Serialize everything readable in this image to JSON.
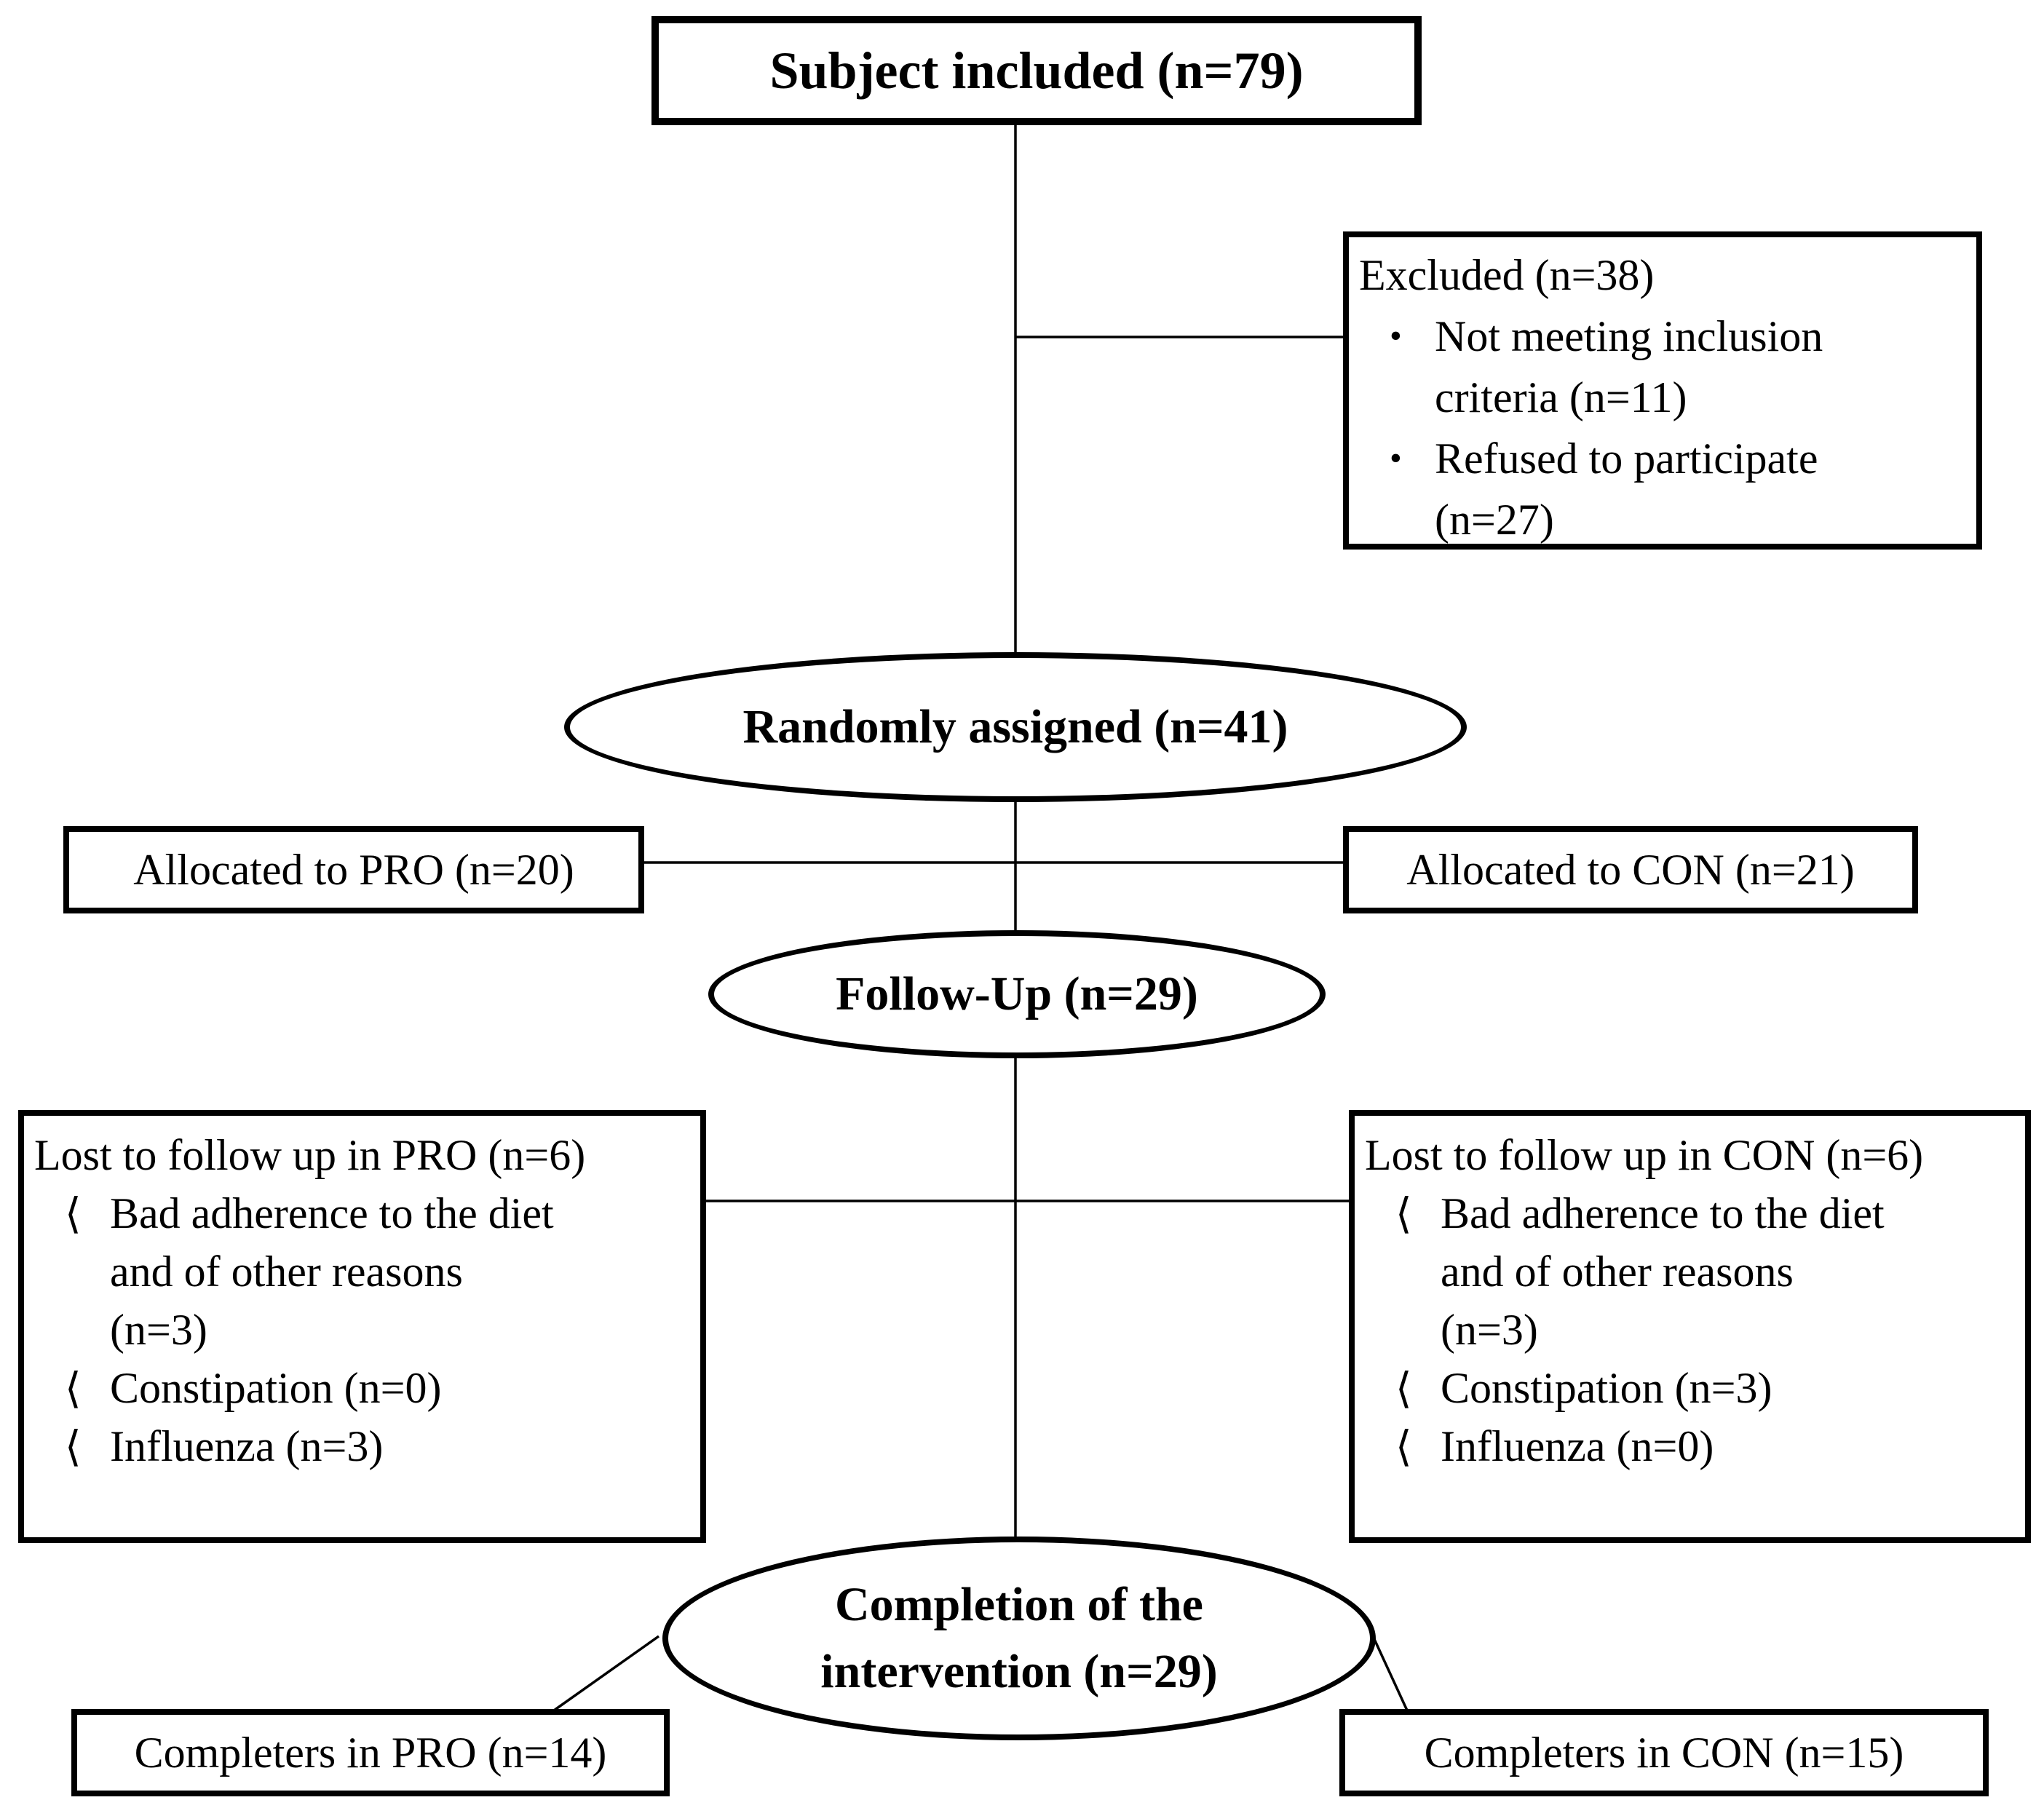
{
  "diagram": {
    "colors": {
      "stroke": "#000000",
      "background": "#ffffff"
    },
    "subject_box": {
      "label": "Subject included (n=79)"
    },
    "excluded_box": {
      "title": "Excluded (n=38)",
      "bullet": "•",
      "items": [
        {
          "lines": [
            "Not meeting inclusion",
            "criteria (n=11)"
          ]
        },
        {
          "lines": [
            "Refused to participate",
            "(n=27)"
          ]
        }
      ]
    },
    "randomized_ellipse": {
      "label": "Randomly assigned (n=41)"
    },
    "allocated_pro_box": {
      "label": "Allocated to PRO (n=20)"
    },
    "allocated_con_box": {
      "label": "Allocated to CON (n=21)"
    },
    "followup_ellipse": {
      "label": "Follow-Up (n=29)"
    },
    "lost_pro_box": {
      "title": "Lost to follow up in PRO (n=6)",
      "bullet": "⟨",
      "items": [
        {
          "lines": [
            "Bad adherence to the diet",
            "and of other reasons",
            "(n=3)"
          ]
        },
        {
          "lines": [
            "Constipation (n=0)"
          ]
        },
        {
          "lines": [
            "Influenza (n=3)"
          ]
        }
      ]
    },
    "lost_con_box": {
      "title": "Lost to follow up in CON (n=6)",
      "bullet": "⟨",
      "items": [
        {
          "lines": [
            "Bad adherence to the diet",
            "and of other reasons",
            "(n=3)"
          ]
        },
        {
          "lines": [
            "Constipation (n=3)"
          ]
        },
        {
          "lines": [
            "Influenza (n=0)"
          ]
        }
      ]
    },
    "completion_ellipse": {
      "lines": [
        "Completion of the",
        "intervention (n=29)"
      ]
    },
    "completers_pro_box": {
      "label": "Completers in PRO (n=14)"
    },
    "completers_con_box": {
      "label": "Completers in CON (n=15)"
    }
  }
}
